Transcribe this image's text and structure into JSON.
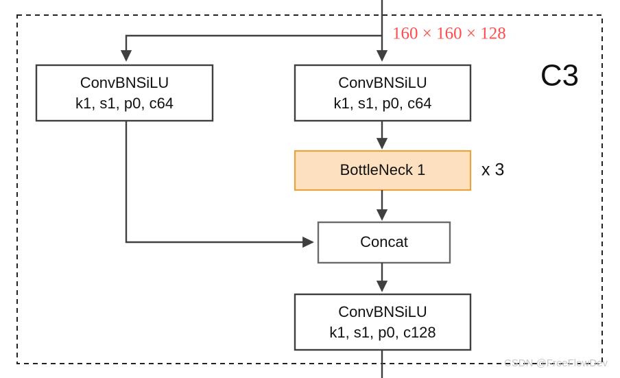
{
  "diagram": {
    "module_label": "C3",
    "repeat_label": "x 3",
    "tensor_shape_label": "160 × 160 × 128",
    "watermark": "CSDN @FreeFlowDev",
    "colors": {
      "box_border": "#3f3f3f",
      "box_fill": "#ffffff",
      "bottleneck_fill": "#fce0c0",
      "bottleneck_border": "#e8a33d",
      "concat_border": "#6a6a6a",
      "edge": "#3f3f3f",
      "container_border": "#222222",
      "shape_text": "#ff4d4d",
      "watermark_text": "#c9c9c9"
    },
    "nodes": {
      "conv_left": {
        "line1": "ConvBNSiLU",
        "line2": "k1, s1, p0, c64"
      },
      "conv_right": {
        "line1": "ConvBNSiLU",
        "line2": "k1, s1, p0, c64"
      },
      "bottleneck": {
        "line1": "BottleNeck 1"
      },
      "concat": {
        "line1": "Concat"
      },
      "conv_out": {
        "line1": "ConvBNSiLU",
        "line2": "k1, s1, p0, c128"
      }
    }
  }
}
